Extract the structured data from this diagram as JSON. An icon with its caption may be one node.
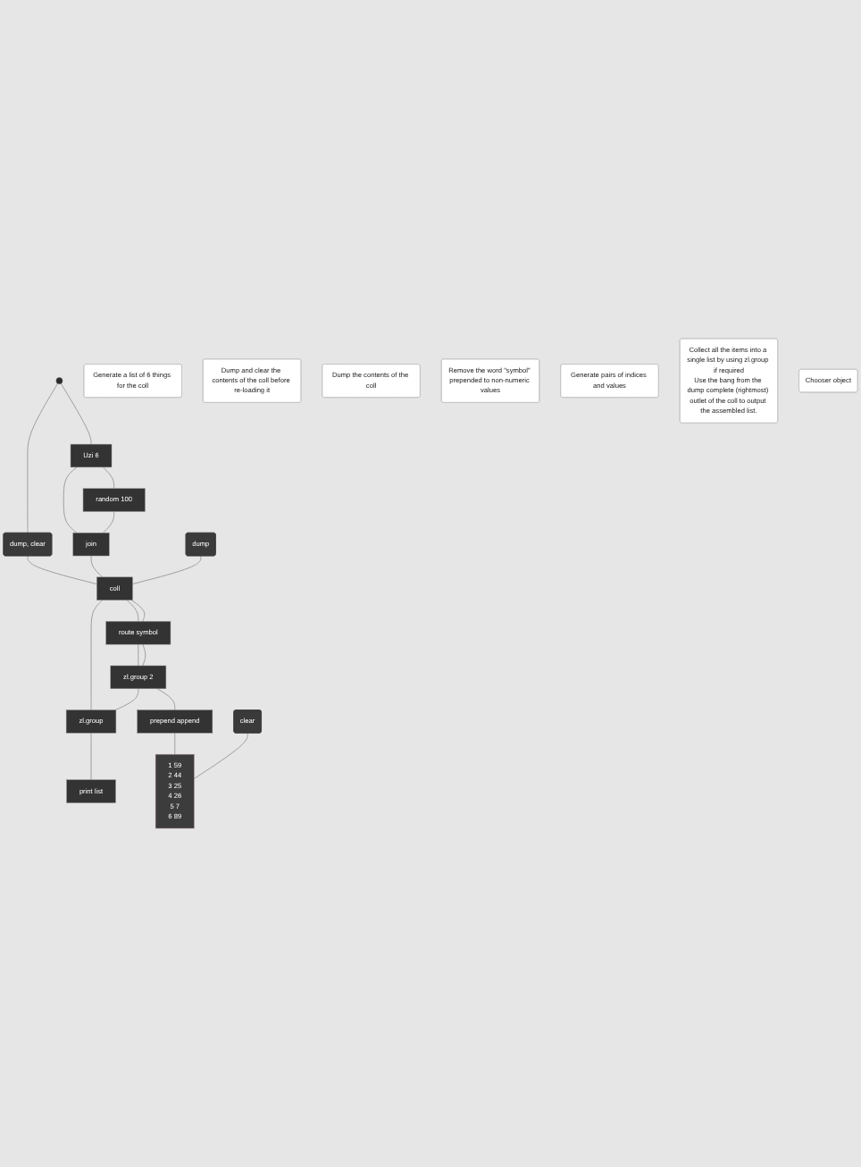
{
  "diagram": {
    "nodes": [
      {
        "text": [],
        "shape": "circle"
      },
      {
        "text": [
          "Generate a list of 6 things for the coll"
        ]
      },
      {
        "text": [
          "Uzi 6"
        ]
      },
      {
        "text": [
          "dump, clear"
        ]
      },
      {
        "text": [
          "Dump and clear the contents of the coll before re-loading it"
        ]
      },
      {
        "text": [
          "random 100"
        ]
      },
      {
        "text": [
          "join"
        ]
      },
      {
        "text": [
          "dump"
        ]
      },
      {
        "text": [
          "Dump the contents of the coll"
        ]
      },
      {
        "text": [
          "coll"
        ]
      },
      {
        "text": [
          "route symbol"
        ]
      },
      {
        "text": [
          "Remove the word \"symbol\" prepended to non-numeric values"
        ]
      },
      {
        "text": [
          "zl.group 2"
        ]
      },
      {
        "text": [
          "Generate pairs of indices and values"
        ]
      },
      {
        "text": [
          "zl.group"
        ]
      },
      {
        "text": [
          "Collect all the items into a single list by using zl.group if required",
          "Use the bang from the dump complete (rightmost) outlet of the coll to output the assembled list."
        ]
      },
      {
        "text": [
          "print list"
        ]
      },
      {
        "text": [
          "prepend append"
        ]
      },
      {
        "text": [
          "clear"
        ]
      },
      {
        "text": [
          "1 59",
          "2 44",
          "3 25",
          "4 26",
          "5 7",
          "6 89"
        ]
      },
      {
        "text": [
          "Chooser object"
        ]
      }
    ],
    "edges": [
      {
        "from": 0,
        "to": 2,
        "arrow": "none"
      },
      {
        "from": 0,
        "to": 3,
        "arrow": "none"
      },
      {
        "from": 2,
        "to": 5,
        "arrow": "none"
      },
      {
        "from": 2,
        "to": 6,
        "arrow": "none"
      },
      {
        "from": 5,
        "to": 6,
        "arrow": "none"
      },
      {
        "from": 3,
        "to": 9,
        "arrow": "none"
      },
      {
        "from": 6,
        "to": 9,
        "arrow": "none"
      },
      {
        "from": 7,
        "to": 9,
        "arrow": "none"
      },
      {
        "from": 9,
        "to": 10,
        "arrow": "none"
      },
      {
        "from": 9,
        "to": 10,
        "arrow": "none"
      },
      {
        "from": 9,
        "to": 14,
        "arrow": "none"
      },
      {
        "from": 10,
        "to": 12,
        "arrow": "none"
      },
      {
        "from": 10,
        "to": 12,
        "arrow": "none"
      },
      {
        "from": 12,
        "to": 14,
        "arrow": "none"
      },
      {
        "from": 12,
        "to": 17,
        "arrow": "none"
      },
      {
        "from": 14,
        "to": 16,
        "arrow": "none"
      },
      {
        "from": 17,
        "to": 19,
        "arrow": "none"
      },
      {
        "from": 18,
        "to": 19,
        "arrow": "none"
      }
    ]
  }
}
